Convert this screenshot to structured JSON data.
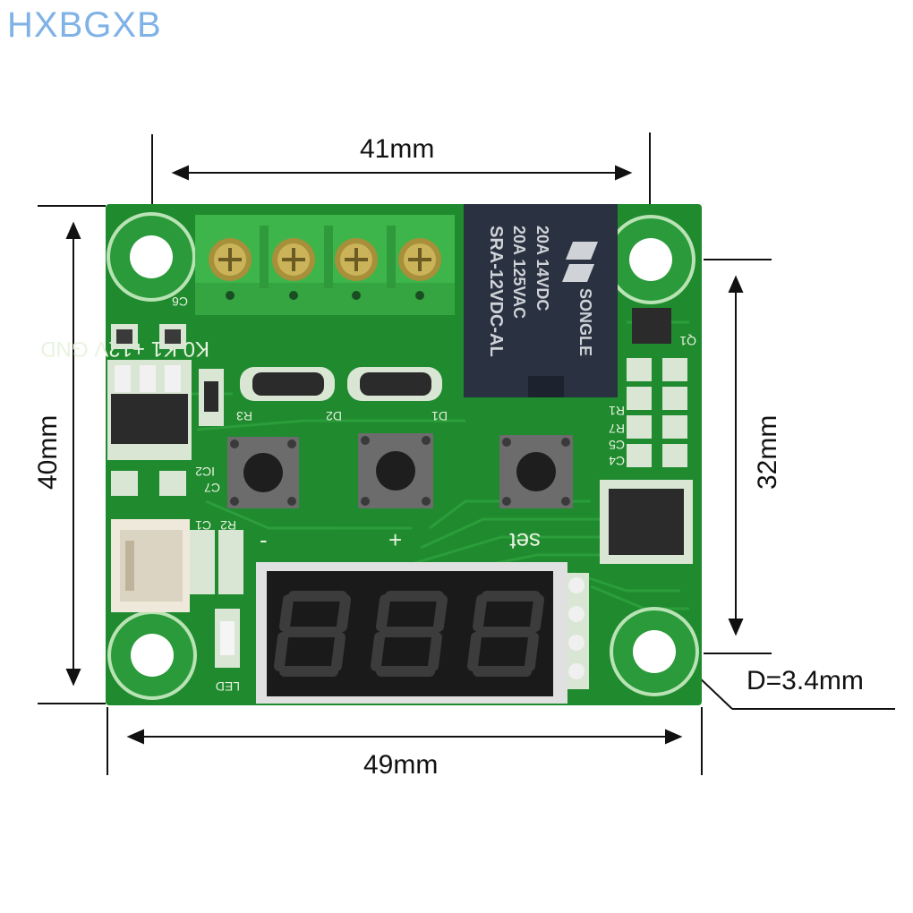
{
  "watermark": "HXBGXB",
  "dimensions": {
    "top_width": "41mm",
    "bottom_width": "49mm",
    "left_height": "40mm",
    "right_height": "32mm",
    "hole_diameter": "D=3.4mm"
  },
  "terminal_labels": "K0   K1 +12V GND",
  "relay": {
    "line1": "SRA-12VDC-AL",
    "line2": "20A 125VAC",
    "line3": "20A 14VDC",
    "brand": "SONGLE"
  },
  "silkscreen": {
    "c6": "C6",
    "r3": "R3",
    "d2": "D2",
    "d1": "D1",
    "q1": "Q1",
    "r1": "R1",
    "r7": "R7",
    "c5": "C5",
    "c4": "C4",
    "ic2": "IC2",
    "c7": "C7",
    "r2": "R2",
    "c1": "C1",
    "led": "LED",
    "minus": "-",
    "plus": "+",
    "set": "set"
  },
  "colors": {
    "pcb": "#1f8a2e",
    "pcb_dark": "#156b22",
    "terminal": "#3db54a",
    "relay": "#2a3140",
    "display": "#1a1a1a",
    "segment": "#3a3a3a"
  }
}
